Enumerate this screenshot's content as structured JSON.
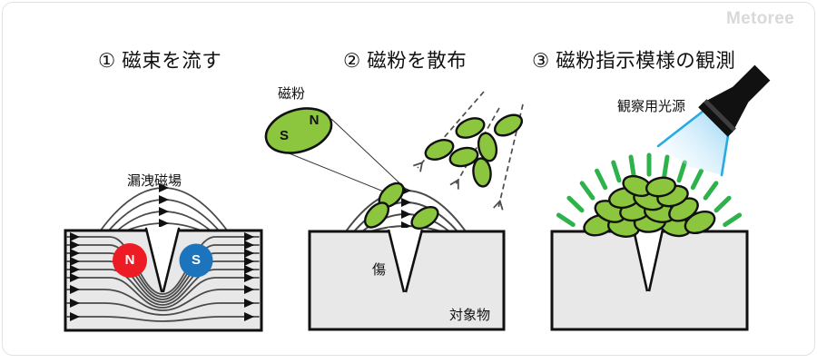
{
  "logo": "Metoree",
  "colors": {
    "particle_green": "#8CC63F",
    "dash_green": "#2EB24C",
    "pole_red": "#EC1B24",
    "pole_blue": "#1C75BC",
    "beam_blue": "#29ABE2",
    "block_fill": "#E8E8E8",
    "line_dark": "#4A4A4A",
    "logo_gray": "#D9D9D9"
  },
  "steps": {
    "step1": {
      "title": "① 磁束を流す",
      "leakage_label": "漏洩磁場",
      "north": "N",
      "south": "S"
    },
    "step2": {
      "title": "② 磁粉を散布",
      "powder_label": "磁粉",
      "south": "S",
      "north": "N",
      "flaw_label": "傷",
      "object_label": "対象物"
    },
    "step3": {
      "title": "③ 磁粉指示模様の観測",
      "light_label": "観察用光源"
    }
  }
}
